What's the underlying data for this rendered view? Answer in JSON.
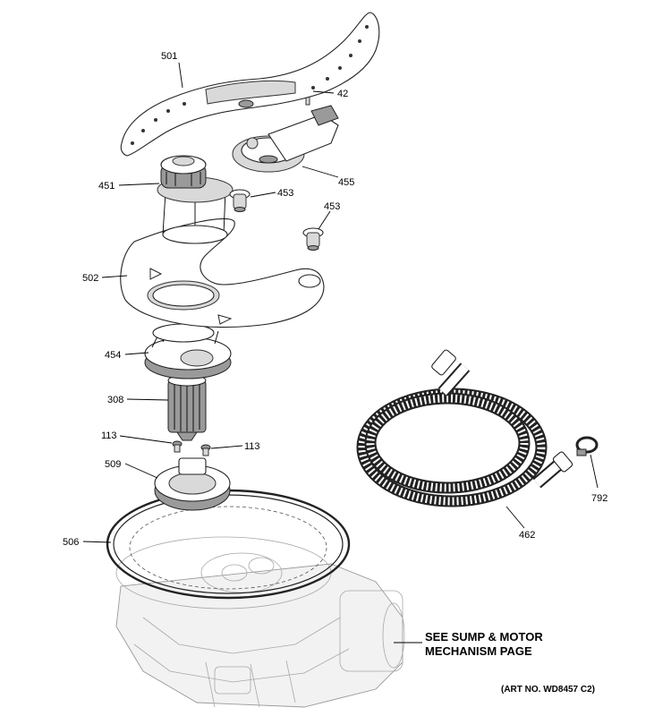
{
  "callouts": {
    "p501": "501",
    "p42": "42",
    "p455": "455",
    "p451": "451",
    "p453a": "453",
    "p453b": "453",
    "p502": "502",
    "p454": "454",
    "p308": "308",
    "p113a": "113",
    "p113b": "113",
    "p509": "509",
    "p506": "506",
    "p462": "462",
    "p792": "792"
  },
  "note": {
    "line1": "SEE SUMP & MOTOR",
    "line2": "MECHANISM PAGE"
  },
  "art_number": "(ART NO. WD8457 C2)"
}
